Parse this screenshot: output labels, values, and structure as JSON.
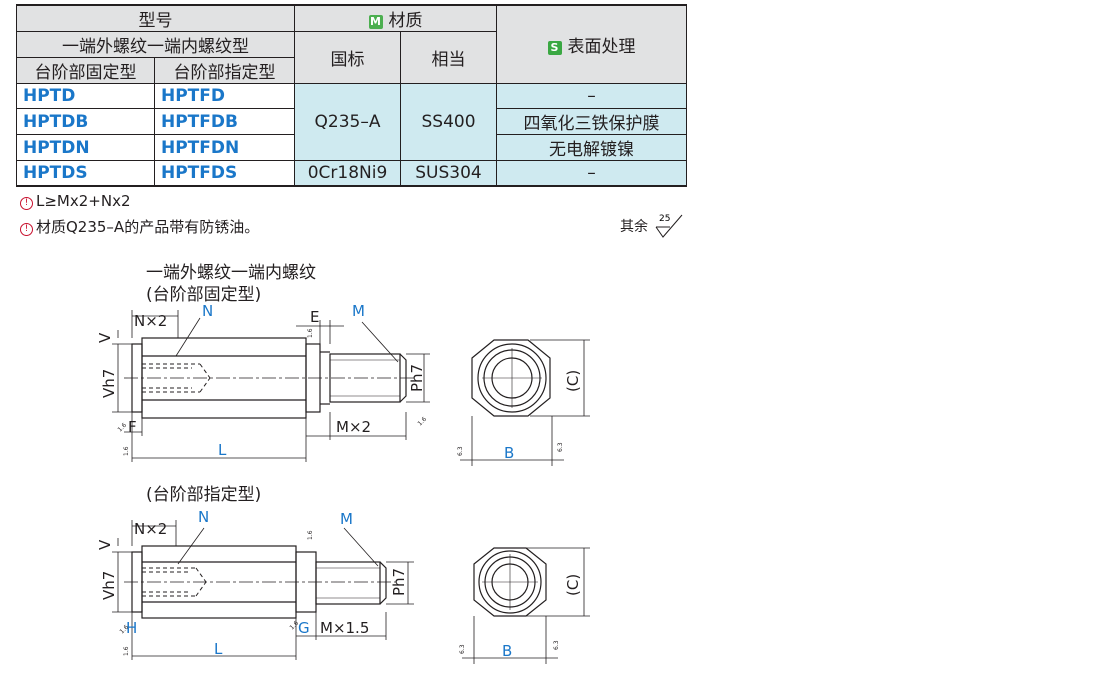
{
  "table": {
    "header": {
      "model": "型号",
      "sub_model": "一端外螺纹一端内螺纹型",
      "col_fixed": "台阶部固定型",
      "col_specified": "台阶部指定型",
      "material_badge": "M",
      "material": "材质",
      "gb": "国标",
      "equiv": "相当",
      "surface_badge": "S",
      "surface": "表面处理"
    },
    "rows": [
      {
        "fixed": "HPTD",
        "specified": "HPTFD",
        "surface": "–"
      },
      {
        "fixed": "HPTDB",
        "specified": "HPTFDB",
        "surface": "四氧化三铁保护膜"
      },
      {
        "fixed": "HPTDN",
        "specified": "HPTFDN",
        "surface": "无电解镀镍"
      },
      {
        "fixed": "HPTDS",
        "specified": "HPTFDS",
        "surface": "–"
      }
    ],
    "material_a": {
      "gb": "Q235–A",
      "equiv": "SS400"
    },
    "material_b": {
      "gb": "0Cr18Ni9",
      "equiv": "SUS304"
    }
  },
  "notes": {
    "note1": "L≥Mx2+Nx2",
    "note2": "材质Q235–A的产品带有防锈油。",
    "roughness_prefix": "其余",
    "roughness_value": "25"
  },
  "drawing1": {
    "title_line1": "一端外螺纹一端内螺纹",
    "title_line2": "(台阶部固定型)",
    "labels": {
      "nx2": "N×2",
      "n": "N",
      "e": "E",
      "m": "M",
      "v": "V",
      "vh7": "Vh7",
      "ph7": "Ph7",
      "f": "F",
      "l": "L",
      "mx2": "M×2",
      "c": "(C)",
      "b": "B",
      "r16": "1.6",
      "r63": "6.3"
    }
  },
  "drawing2": {
    "title": "(台阶部指定型)",
    "labels": {
      "nx2": "N×2",
      "n": "N",
      "m": "M",
      "v": "V",
      "vh7": "Vh7",
      "ph7": "Ph7",
      "h": "H",
      "g": "G",
      "l": "L",
      "mx15": "M×1.5",
      "c": "(C)",
      "b": "B",
      "r16": "1.6",
      "r63": "6.3"
    }
  },
  "colors": {
    "blue": "#1a77c9",
    "header_bg": "#e1e2e3",
    "material_bg": "#cfeaf0",
    "line": "#231f20"
  }
}
